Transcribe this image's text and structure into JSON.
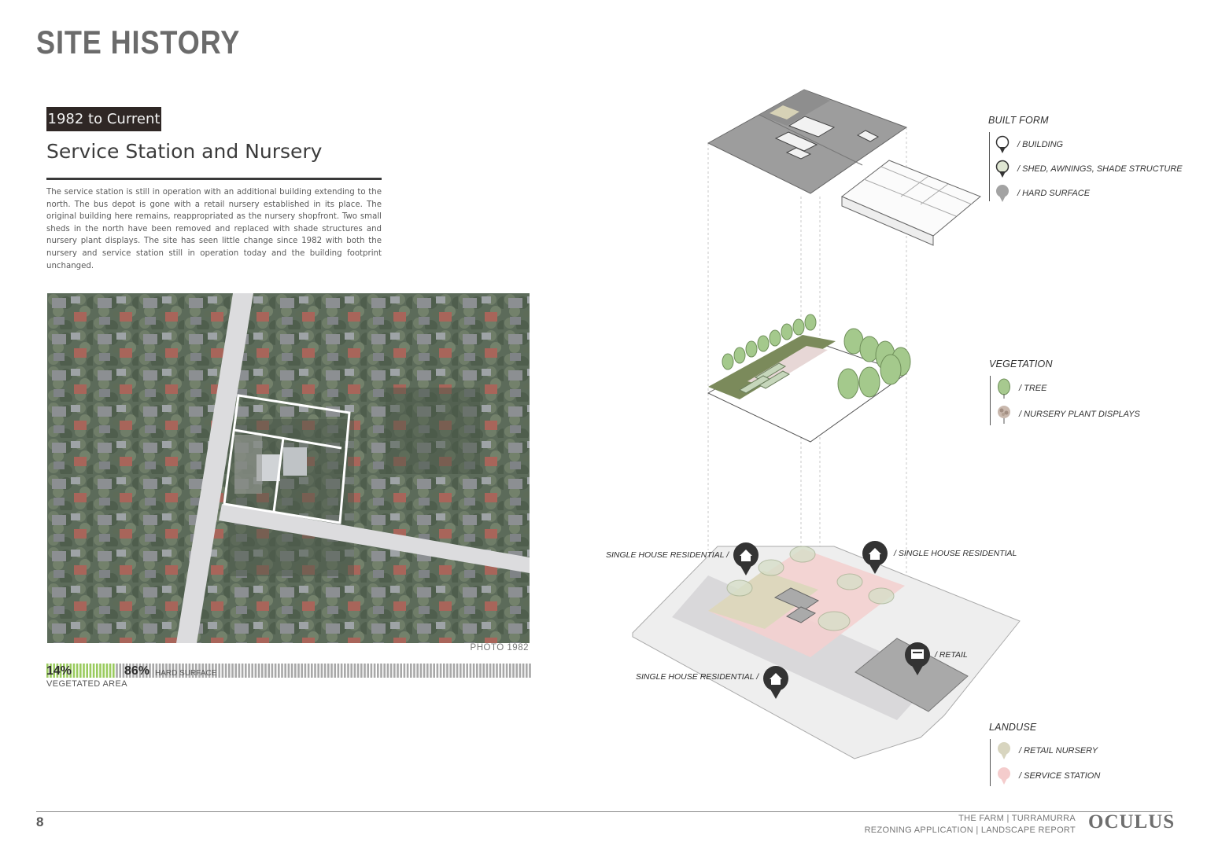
{
  "page": {
    "title": "SITE HISTORY",
    "number": "8"
  },
  "section": {
    "period": "1982 to Current",
    "heading": "Service Station and Nursery",
    "description": "The service station is still in operation with an additional building extending to the north. The bus depot is gone with a retail nursery established in its place. The original building here remains, reappropriated as the nursery shopfront. Two small sheds in the north have been removed and replaced with shade structures and nursery plant displays. The site has seen little change since 1982 with both the nursery and service station still in operation today and the building footprint unchanged."
  },
  "photo": {
    "caption": "PHOTO 1982"
  },
  "surface_ratio": {
    "vegetated_pct": "14%",
    "vegetated_label": "VEGETATED AREA",
    "vegetated_fraction": 0.14,
    "hard_pct": "86%",
    "hard_label": "HARD SURFACE",
    "vegetated_color": "#9acb5e",
    "hard_color": "#a8a8a8"
  },
  "legend": {
    "built_form": {
      "heading": "BUILT FORM",
      "items": [
        "/ BUILDING",
        "/ SHED, AWNINGS, SHADE STRUCTURE",
        "/ HARD SURFACE"
      ]
    },
    "vegetation": {
      "heading": "VEGETATION",
      "items": [
        "/ TREE",
        "/ NURSERY PLANT DISPLAYS"
      ]
    },
    "landuse": {
      "heading": "LANDUSE",
      "items": [
        "/ RETAIL NURSERY",
        "/ SERVICE STATION"
      ],
      "colors": [
        "#d8d5bf",
        "#f4cccc"
      ]
    }
  },
  "annotations": {
    "residential_nw": "SINGLE HOUSE RESIDENTIAL /",
    "residential_ne": "/ SINGLE HOUSE RESIDENTIAL",
    "residential_sw": "SINGLE HOUSE RESIDENTIAL /",
    "retail": "/ RETAIL"
  },
  "footer": {
    "line1": "THE FARM | TURRAMURRA",
    "line2": "REZONING APPLICATION | LANDSCAPE REPORT",
    "brand": "OCULUS"
  }
}
